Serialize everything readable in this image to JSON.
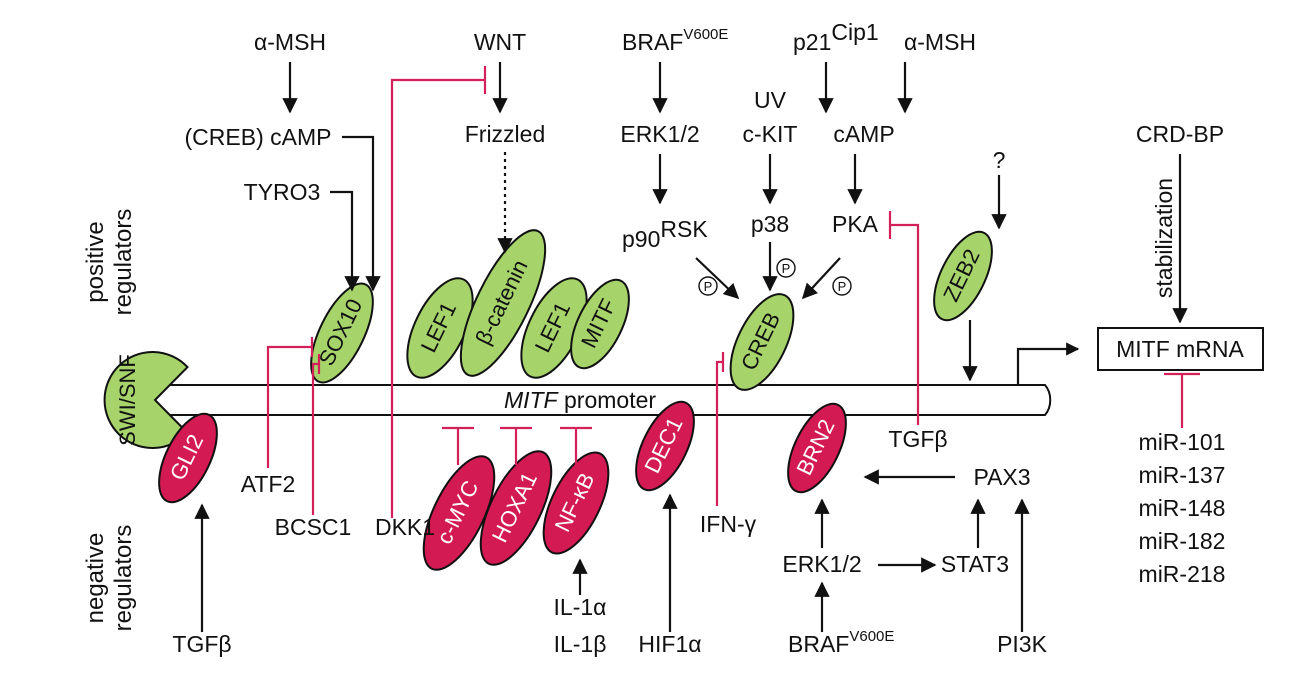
{
  "side_labels": {
    "positive": [
      "positive",
      "regulators"
    ],
    "negative": [
      "negative",
      "regulators"
    ]
  },
  "promoter_label": {
    "italic": "MITF",
    "rest": " promoter"
  },
  "mrna_label": "MITF mRNA",
  "positive_regulators": [
    "SWI/SNF",
    "SOX10",
    "LEF1",
    "β-catenin",
    "LEF1",
    "MITF",
    "CREB",
    "ZEB2"
  ],
  "negative_regulators": [
    "GLI2",
    "c-MYC",
    "HOXA1",
    "NF-κB",
    "DEC1",
    "BRN2"
  ],
  "signals": {
    "amsh_left": "α-MSH",
    "creb_camp": "(CREB) cAMP",
    "tyro3": "TYRO3",
    "wnt": "WNT",
    "frizzled": "Frizzled",
    "braf_top": {
      "base": "BRAF",
      "sup": "V600E"
    },
    "erk_top": "ERK1/2",
    "p90rsk": {
      "base": "p90",
      "sup": "RSK"
    },
    "uv": "UV",
    "ckit": "c-KIT",
    "p38": "p38",
    "p21": {
      "base": "p21",
      "sup": "Cip1"
    },
    "amsh_right": "α-MSH",
    "camp_right": "cAMP",
    "pka": "PKA",
    "question": "?",
    "crdbp": "CRD-BP",
    "stabilization": "stabilization",
    "phospho": "P",
    "atf2": "ATF2",
    "bcsc1": "BCSC1",
    "dkk1": "DKK1",
    "tgfb_left": "TGFβ",
    "il1a": "IL-1α",
    "il1b": "IL-1β",
    "hif1a": "HIF1α",
    "ifng": "IFN-γ",
    "tgfb_right": "TGFβ",
    "pax3": "PAX3",
    "erk_bottom": "ERK1/2",
    "stat3": "STAT3",
    "braf_bottom": {
      "base": "BRAF",
      "sup": "V600E"
    },
    "pi3k": "PI3K"
  },
  "mirnas": [
    "miR-101",
    "miR-137",
    "miR-148",
    "miR-182",
    "miR-218"
  ],
  "colors": {
    "positive": "#a6d46b",
    "negative": "#d41a52",
    "inhibition": "#d42058"
  }
}
